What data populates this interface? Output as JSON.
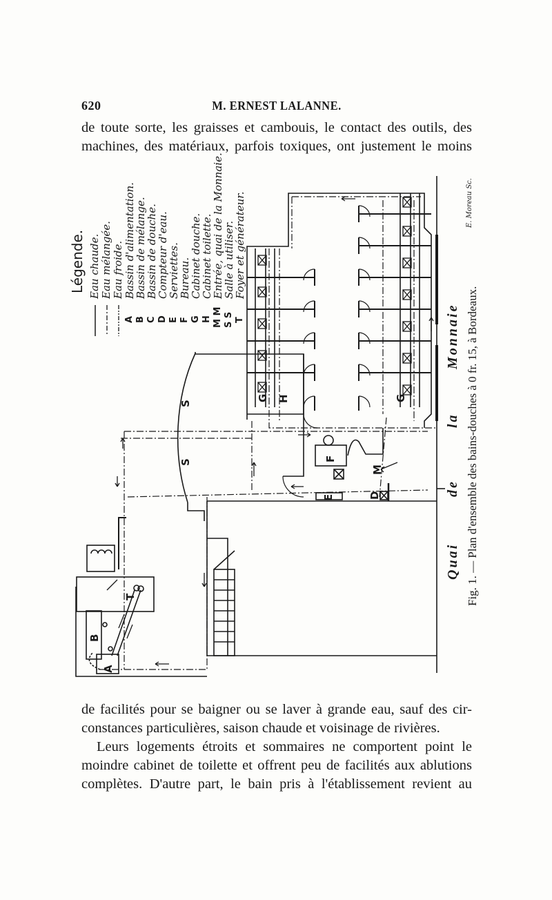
{
  "header": {
    "page_number": "620",
    "running_title": "M. ERNEST LALANNE."
  },
  "top_paragraph": {
    "lines": [
      "de toute sorte, les graisses et cambouis, le contact des outils, des",
      "machines, des matériaux, parfois toxiques, ont justement le moins"
    ]
  },
  "figure": {
    "legend": {
      "title": "Légende.",
      "line_entries": [
        {
          "style": "solid",
          "label": "Eau chaude."
        },
        {
          "style": "dash-dot",
          "label": "Eau mélangée."
        },
        {
          "style": "dash-dot-dot",
          "label": "Eau froide."
        }
      ],
      "letter_entries": [
        {
          "key": "A",
          "label": "Bassin d'alimentation."
        },
        {
          "key": "B",
          "label": "Bassin de mélange."
        },
        {
          "key": "C",
          "label": "Bassin de douche."
        },
        {
          "key": "D",
          "label": "Compteur d'eau."
        },
        {
          "key": "E",
          "label": "Serviettes."
        },
        {
          "key": "F",
          "label": "Bureau."
        },
        {
          "key": "G",
          "label": "Cabinet douche."
        },
        {
          "key": "H",
          "label": "Cabinet toilette."
        },
        {
          "key": "M M",
          "label": "Entrée, quai de la Monnaie."
        },
        {
          "key": "S S",
          "label": "Salle à utiliser."
        },
        {
          "key": "T",
          "label": "Foyer et générateur."
        }
      ]
    },
    "plan_labels": {
      "s_upper": "S",
      "s_lower": "S",
      "g": "G",
      "h": "H",
      "f": "F",
      "e": "E",
      "d": "D",
      "m": "M",
      "a": "A",
      "b": "B",
      "t": "T"
    },
    "street_name": [
      "Quai",
      "de",
      "la",
      "Monnaie"
    ],
    "engraver_signature": "E. Moreau Sc.",
    "caption": "Fig. 1. — Plan d'ensemble des bains-douches à 0 fr. 15, à Bordeaux."
  },
  "bottom_paragraph": {
    "lines": [
      {
        "text": "de facilités pour se baigner ou se laver à grande eau, sauf des cir-",
        "indent": false,
        "last": false
      },
      {
        "text": "constances particulières, saison chaude et voisinage de rivières.",
        "indent": false,
        "last": true
      },
      {
        "text": "Leurs logements étroits et sommaires ne comportent point le",
        "indent": true,
        "last": false
      },
      {
        "text": "moindre cabinet de toilette et offrent peu de facilités aux ablutions",
        "indent": false,
        "last": false
      },
      {
        "text": "complètes. D'autre part, le bain pris à l'établissement revient au",
        "indent": false,
        "last": false
      }
    ]
  },
  "colors": {
    "ink": "#1a1a1a",
    "paper": "#fdfdfb"
  }
}
